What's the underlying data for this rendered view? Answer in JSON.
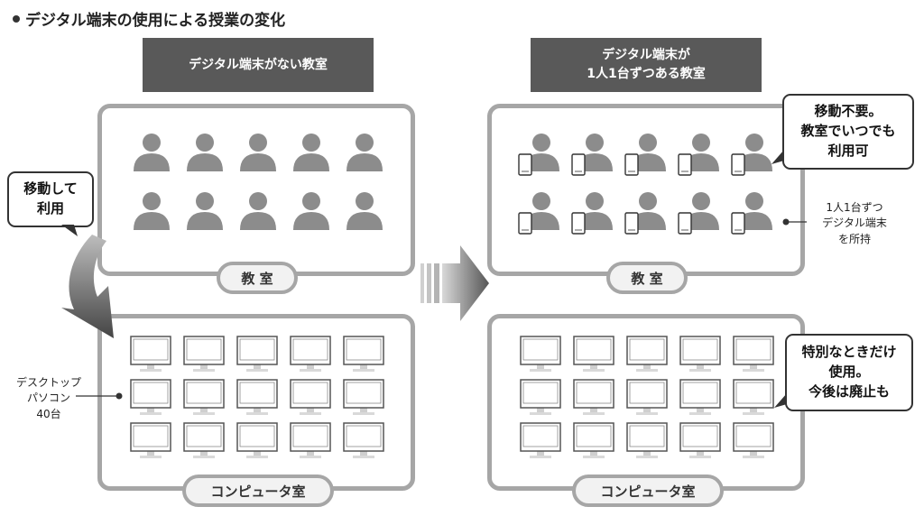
{
  "title": "デジタル端末の使用による授業の変化",
  "left": {
    "header": "デジタル端末がない教室",
    "classroom_label": "教 室",
    "computer_room_label": "コンピュータ室",
    "bubble": [
      "移動して",
      "利用"
    ],
    "note": [
      "デスクトップ",
      "パソコン",
      "40台"
    ]
  },
  "right": {
    "header": [
      "デジタル端末が",
      "1人1台ずつある教室"
    ],
    "classroom_label": "教 室",
    "computer_room_label": "コンピュータ室",
    "bubble_top": [
      "移動不要。",
      "教室でいつでも",
      "利用可"
    ],
    "note": [
      "1人1台ずつ",
      "デジタル端末",
      "を所持"
    ],
    "bubble_bottom": [
      "特別なときだけ",
      "使用。",
      "今後は廃止も"
    ]
  },
  "icons": {
    "student": "person-icon",
    "tablet": "tablet-icon",
    "monitor": "monitor-icon",
    "transition_arrow": "arrow-right-icon",
    "move_arrow": "curved-arrow-icon"
  },
  "colors": {
    "header_bg": "#595959",
    "room_border": "#a6a6a6",
    "person": "#8c8c8c",
    "label_bg": "#f2f2f2"
  }
}
